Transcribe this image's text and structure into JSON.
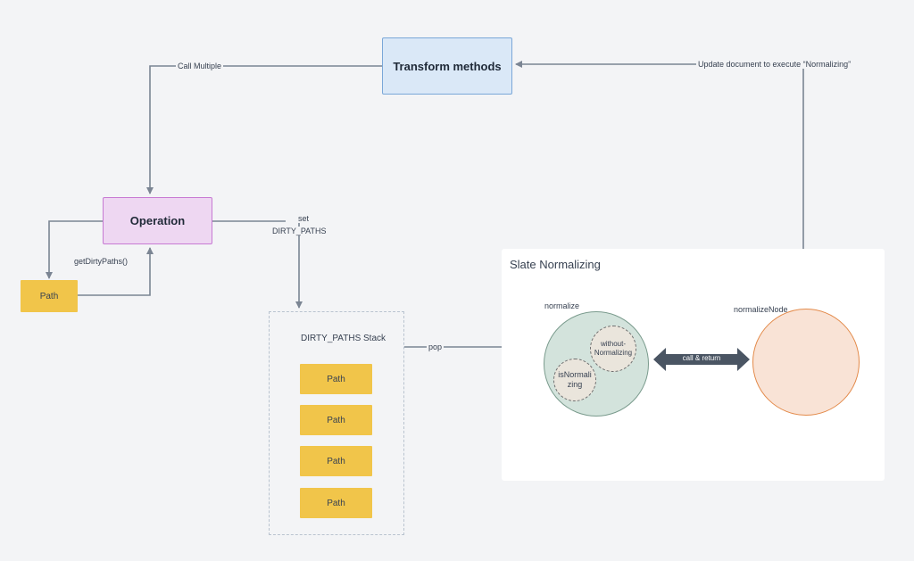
{
  "diagram": {
    "transform_methods": "Transform methods",
    "operation": "Operation",
    "path_left": "Path",
    "edges": {
      "call_multiple": "Call Multiple",
      "update_document": "Update document to execute “Normalizing”",
      "set_line1": "set",
      "set_line2": "DIRTY_PATHS",
      "get_dirty_paths": "getDirtyPaths()",
      "pop": "pop",
      "call_return": "call & return"
    },
    "stack": {
      "title": "DIRTY_PATHS Stack",
      "items": [
        "Path",
        "Path",
        "Path",
        "Path"
      ]
    },
    "slate": {
      "title": "Slate Normalizing",
      "normalize_label": "normalize",
      "normalize_node_label": "normalizeNode",
      "without_normalizing_1": "without-",
      "without_normalizing_2": "Normalizing",
      "is_normalizing_1": "isNormali",
      "is_normalizing_2": "zing"
    },
    "colors": {
      "transform_fill": "#dae8f7",
      "operation_fill": "#eed7f2",
      "path_fill": "#f1c54a",
      "normalize_fill": "#d3e3dc",
      "normalize_node_fill": "#f9e3d6",
      "arrow": "#7b8593",
      "double_arrow": "#4a5563"
    }
  }
}
